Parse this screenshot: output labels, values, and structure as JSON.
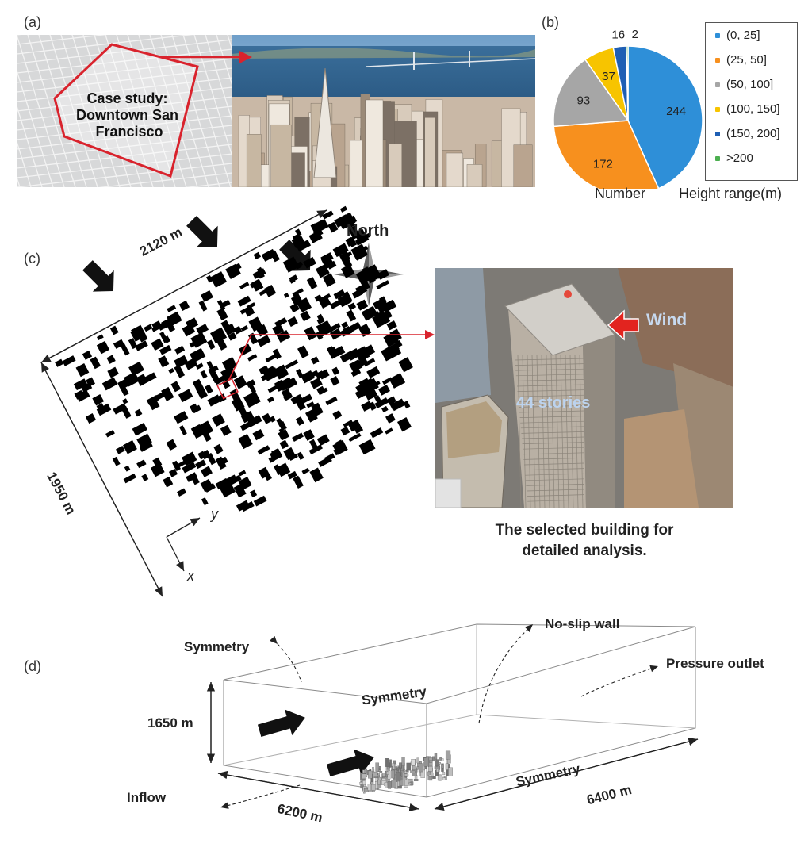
{
  "panels": {
    "a": {
      "label": "(a)",
      "case_study_text": "Case study:\nDowntown San\nFrancisco"
    },
    "b": {
      "label": "(b)",
      "xlabel": "Number",
      "legend_title": "Height range(m)"
    },
    "c": {
      "label": "(c)",
      "dim_top": "2120 m",
      "dim_left": "1950 m",
      "north_label": "North",
      "axis_y": "y",
      "axis_x": "x",
      "photo_wind_label": "Wind",
      "photo_stories_label": "44 stories",
      "caption_line1": "The selected building for",
      "caption_line2": "detailed analysis."
    },
    "d": {
      "label": "(d)",
      "symmetry_top_left": "Symmetry",
      "no_slip_wall": "No-slip wall",
      "pressure_outlet": "Pressure outlet",
      "symmetry_top_face": "Symmetry",
      "symmetry_side_face": "Symmetry",
      "height_dim": "1650 m",
      "inflow": "Inflow",
      "length_dim": "6200 m",
      "width_dim": "6400 m"
    }
  },
  "chart_data": {
    "type": "pie",
    "categories": [
      "(0, 25]",
      "(25, 50]",
      "(50, 100]",
      "(100, 150]",
      "(150, 200]",
      ">200"
    ],
    "values": [
      244,
      172,
      93,
      37,
      16,
      2
    ],
    "colors": [
      "#2e8fd8",
      "#f7901e",
      "#a6a6a6",
      "#f7c400",
      "#1f5fb4",
      "#4caf50"
    ],
    "xlabel": "Number",
    "legend_title": "Height range(m)",
    "legend_placement": "right"
  }
}
